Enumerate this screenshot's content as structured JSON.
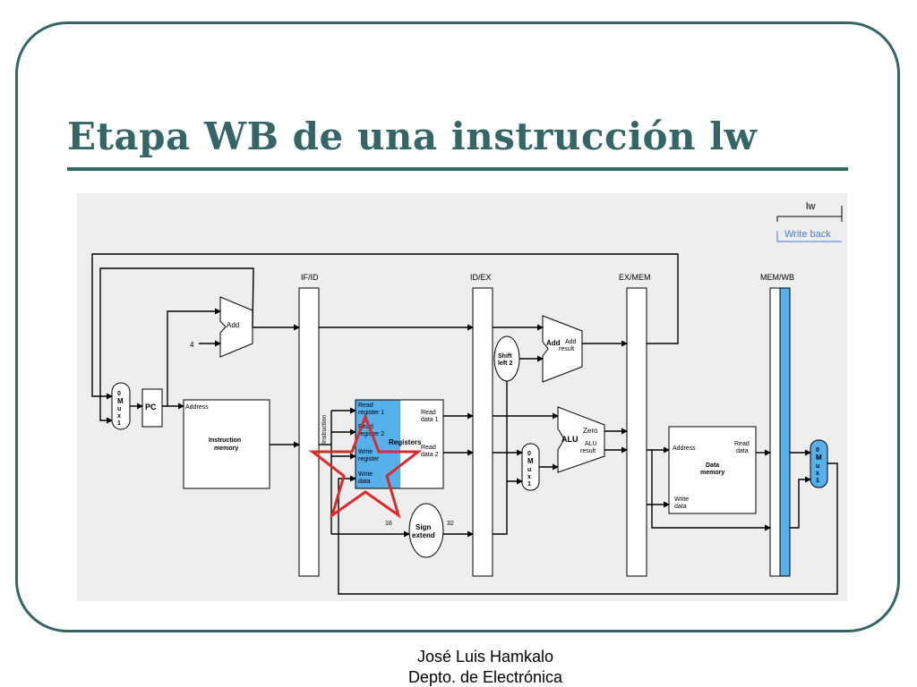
{
  "slide": {
    "title": "Etapa WB de una instrucción lw",
    "author": "José Luis Hamkalo",
    "department": "Depto. de Electrónica"
  },
  "legend": {
    "instruction": "lw",
    "stage": "Write back"
  },
  "pipeline_registers": [
    "IF/ID",
    "ID/EX",
    "EX/MEM",
    "MEM/WB"
  ],
  "blocks": {
    "pc": "PC",
    "adder_if": "Add",
    "constant_four": "4",
    "instruction_memory": {
      "address": "Address",
      "name_line1": "Instruction",
      "name_line2": "memory"
    },
    "instruction_bus": "Instruction",
    "registers": {
      "read_register_1": [
        "Read",
        "register 1"
      ],
      "read_register_2": [
        "Read",
        "register 2"
      ],
      "write_register": [
        "Write",
        "register"
      ],
      "write_data": [
        "Write",
        "data"
      ],
      "read_data_1": [
        "Read",
        "data 1"
      ],
      "read_data_2": [
        "Read",
        "data 2"
      ],
      "name": "Registers"
    },
    "shift_left": [
      "Shift",
      "left 2"
    ],
    "sign_extend": [
      "Sign",
      "extend"
    ],
    "bus_width_in": "16",
    "bus_width_out": "32",
    "branch_adder": {
      "name": "Add",
      "result": [
        "Add",
        "result"
      ]
    },
    "alu": {
      "name": "ALU",
      "zero": "Zero",
      "result": [
        "ALU",
        "result"
      ]
    },
    "data_memory": {
      "address": "Address",
      "read_data": [
        "Read",
        "data"
      ],
      "name": [
        "Data",
        "memory"
      ],
      "write_data": [
        "Write",
        "data"
      ]
    },
    "mux_letters": [
      "0",
      "M",
      "u",
      "x",
      "1"
    ]
  },
  "colors": {
    "accent": "#336666",
    "diagram_background": "#eeeeee",
    "highlight": "#55b0ec",
    "legend_text": "#3f7fd0",
    "star": "#e02828"
  }
}
